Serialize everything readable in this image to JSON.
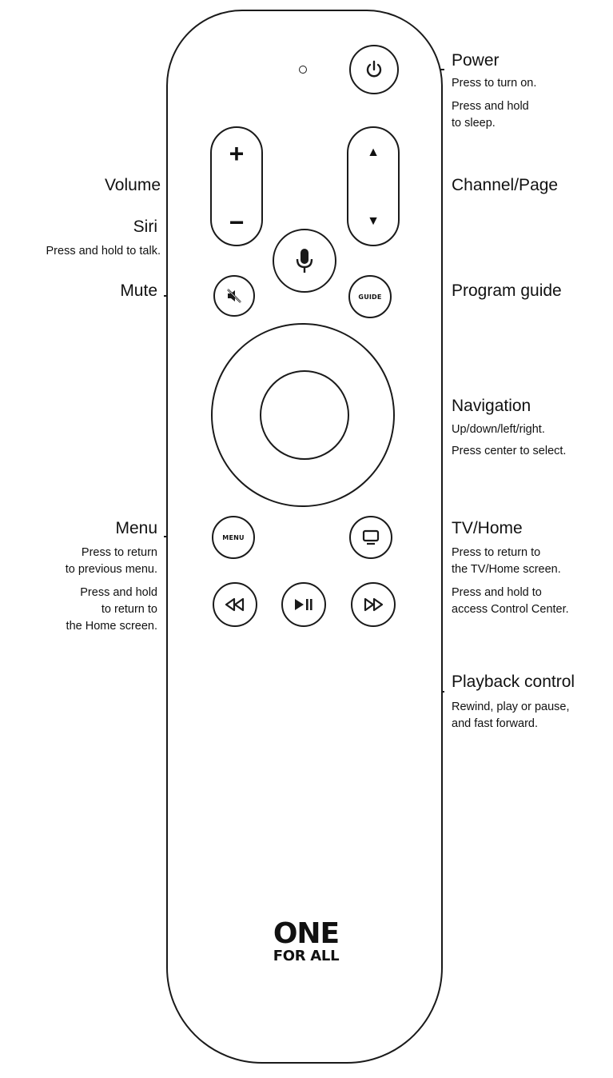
{
  "remote": {
    "buttons": {
      "volume_up": "+",
      "volume_down": "−",
      "channel_up": "▲",
      "channel_down": "▼",
      "guide": "GUIDE",
      "menu": "MENU"
    },
    "logo": {
      "line1": "ONE",
      "line2": "FOR ALL"
    }
  },
  "callouts": {
    "power": {
      "label": "Power",
      "lines": [
        "Press to turn on.",
        "Press and hold",
        "to sleep."
      ]
    },
    "volume": {
      "label": "Volume"
    },
    "siri": {
      "label": "Siri",
      "lines": [
        "Press and hold to talk."
      ]
    },
    "mute": {
      "label": "Mute"
    },
    "channel": {
      "label": "Channel/Page"
    },
    "guide": {
      "label": "Program guide"
    },
    "navigation": {
      "label": "Navigation",
      "lines": [
        "Up/down/left/right.",
        "Press center to select."
      ]
    },
    "menu": {
      "label": "Menu",
      "lines": [
        "Press to return",
        "to previous menu.",
        "Press and hold",
        "to return to",
        "the Home screen."
      ]
    },
    "tvhome": {
      "label": "TV/Home",
      "lines": [
        "Press to return to",
        "the TV/Home screen.",
        "Press and hold to",
        "access Control Center."
      ]
    },
    "playback": {
      "label": "Playback control",
      "lines": [
        "Rewind, play or pause,",
        "and fast forward."
      ]
    }
  }
}
